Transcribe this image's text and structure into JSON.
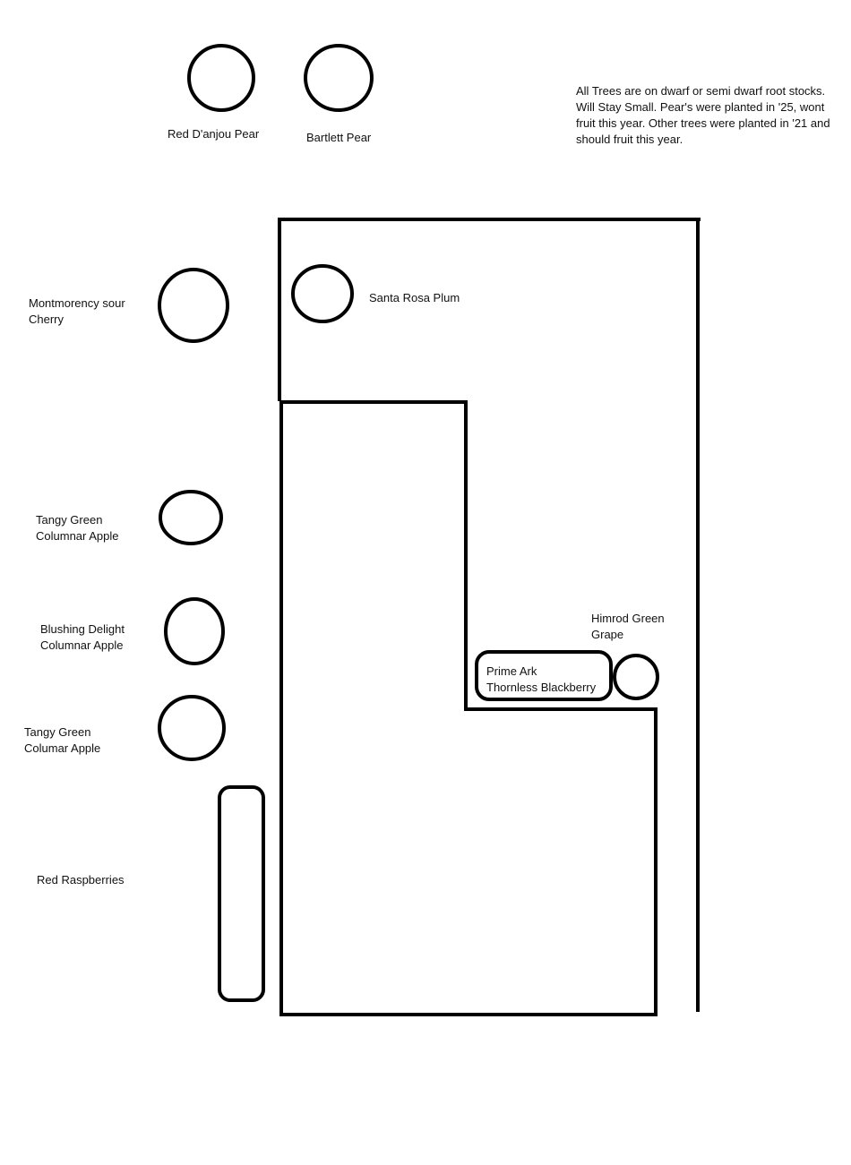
{
  "note": "All Trees are on dwarf or semi dwarf root stocks. Will Stay Small. Pear's were planted in '25, wont fruit this year. Other trees were planted in '21 and should fruit this year.",
  "plants": {
    "red_danjou_pear": "Red D'anjou Pear",
    "bartlett_pear": "Bartlett Pear",
    "montmorency_cherry": [
      "Montmorency sour",
      "Cherry"
    ],
    "santa_rosa_plum": "Santa Rosa Plum",
    "tangy_green_apple_1": [
      "Tangy Green",
      "Columnar Apple"
    ],
    "blushing_delight_apple": [
      "Blushing Delight",
      "Columnar Apple"
    ],
    "tangy_green_apple_2": [
      "Tangy Green",
      "Columar Apple"
    ],
    "himrod_grape": [
      "Himrod Green",
      "Grape"
    ],
    "prime_ark_blackberry": [
      "Prime Ark",
      "Thornless Blackberry"
    ],
    "red_raspberries": "Red Raspberries"
  },
  "colors": {
    "stroke": "#000000",
    "background": "#ffffff"
  }
}
